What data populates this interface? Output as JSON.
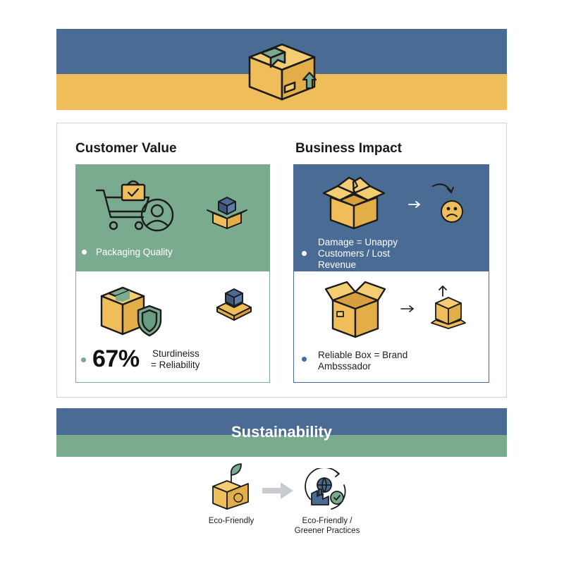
{
  "colors": {
    "blue": "#4a6b93",
    "yellow": "#efbe5b",
    "green": "#7bab8f",
    "box": "#efbe5b",
    "outline": "#1c1c1c"
  },
  "icons": {
    "header": "cardboard-box-upload-icon",
    "customer_value_top": [
      "shopping-cart-with-bag-icon",
      "customer-avatar-icon",
      "small-open-box-icon"
    ],
    "customer_value_bottom": [
      "shielded-box-icon",
      "stacked-box-icon"
    ],
    "business_impact_top": [
      "damaged-open-box-icon",
      "arrow-right-icon",
      "sad-face-icon"
    ],
    "business_impact_bottom": [
      "open-box-icon",
      "arrow-right-icon",
      "rising-box-icon"
    ],
    "sustainability": [
      "eco-box-leaf-icon",
      "arrow-right-icon",
      "green-factory-globe-check-icon"
    ]
  },
  "customer_value": {
    "title": "Customer Value",
    "top_label": "Packaging Quality",
    "stat_value": "67%",
    "stat_label_line1": "Sturdineiss",
    "stat_label_line2": "= Reliability"
  },
  "business_impact": {
    "title": "Business Impact",
    "top_label_line1": "Damage = Unappy",
    "top_label_line2": "Customers / Lost",
    "top_label_line3": "Revenue",
    "bottom_label_line1": "Reliable Box = Brand",
    "bottom_label_line2": "Ambsssador"
  },
  "sustainability": {
    "title": "Sustainability",
    "left_caption": "Eco-Friendly",
    "right_caption_line1": "Eco-Friendly /",
    "right_caption_line2": "Greener Practices"
  }
}
